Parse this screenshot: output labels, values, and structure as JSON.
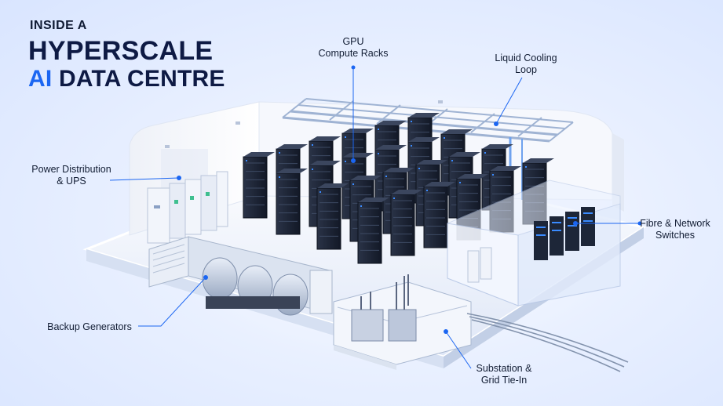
{
  "title": {
    "line1": "INSIDE A",
    "line2": "HYPERSCALE",
    "line3_accent": "AI",
    "line3_rest": "DATA CENTRE"
  },
  "callouts": {
    "gpu": {
      "line1": "GPU",
      "line2": "Compute Racks"
    },
    "cooling": {
      "line1": "Liquid Cooling",
      "line2": "Loop"
    },
    "power": {
      "line1": "Power Distribution",
      "line2": "& UPS"
    },
    "network": {
      "line1": "Fibre & Network",
      "line2": "Switches"
    },
    "generators": {
      "line1": "Backup Generators"
    },
    "substation": {
      "line1": "Substation &",
      "line2": "Grid Tie-In"
    }
  },
  "colors": {
    "accent": "#1b66f2",
    "title": "#0e1a44",
    "rack": "#1a2233",
    "floor": "#f4f7ff"
  }
}
